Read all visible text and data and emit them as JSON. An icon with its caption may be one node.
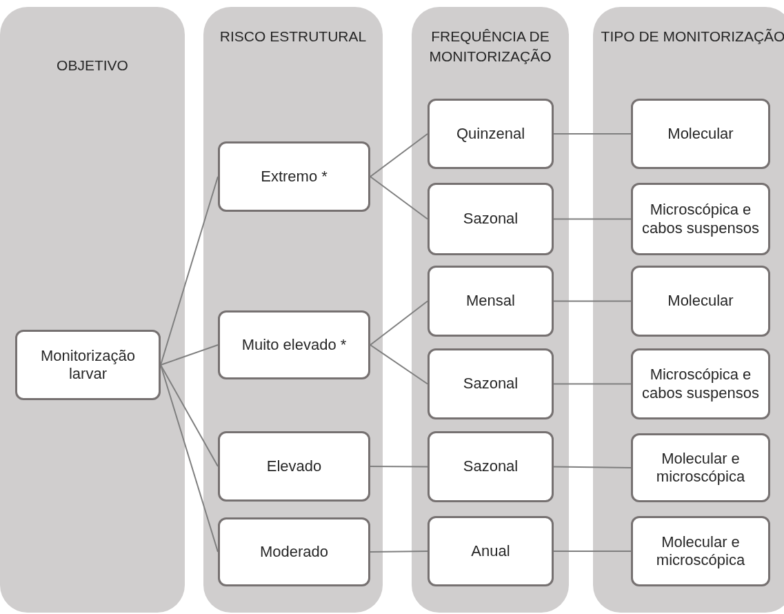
{
  "diagram": {
    "nodes": [
      {
        "text": [
          "OBJETIVO"
        ]
      },
      {
        "text": [
          "RISCO ESTRUTURAL"
        ]
      },
      {
        "text": [
          "FREQUÊNCIA DE MONITORIZAÇÃO"
        ]
      },
      {
        "text": [
          "TIPO DE MONITORIZAÇÃO"
        ]
      },
      {
        "text": [
          "Monitorização larvar"
        ],
        "in": 0
      },
      {
        "text": [
          "Extremo *"
        ],
        "in": 1
      },
      {
        "text": [
          "Muito elevado *"
        ],
        "in": 1
      },
      {
        "text": [
          "Elevado"
        ],
        "in": 1
      },
      {
        "text": [
          "Moderado"
        ],
        "in": 1
      },
      {
        "text": [
          "Quinzenal"
        ],
        "in": 2
      },
      {
        "text": [
          "Sazonal"
        ],
        "in": 2
      },
      {
        "text": [
          "Mensal"
        ],
        "in": 2
      },
      {
        "text": [
          "Sazonal"
        ],
        "in": 2
      },
      {
        "text": [
          "Sazonal"
        ],
        "in": 2
      },
      {
        "text": [
          "Anual"
        ],
        "in": 2
      },
      {
        "text": [
          "Molecular"
        ],
        "in": 3
      },
      {
        "text": [
          "Microscópica e cabos suspensos"
        ],
        "in": 3
      },
      {
        "text": [
          "Molecular"
        ],
        "in": 3
      },
      {
        "text": [
          "Microscópica e cabos suspensos"
        ],
        "in": 3
      },
      {
        "text": [
          "Molecular e microscópica"
        ],
        "in": 3
      },
      {
        "text": [
          "Molecular e microscópica"
        ],
        "in": 3
      }
    ],
    "edges": [
      {
        "from": 4,
        "to": 5,
        "arrow": "none"
      },
      {
        "from": 4,
        "to": 6,
        "arrow": "none"
      },
      {
        "from": 4,
        "to": 7,
        "arrow": "none"
      },
      {
        "from": 4,
        "to": 8,
        "arrow": "none"
      },
      {
        "from": 5,
        "to": 9,
        "arrow": "none"
      },
      {
        "from": 5,
        "to": 10,
        "arrow": "none"
      },
      {
        "from": 6,
        "to": 11,
        "arrow": "none"
      },
      {
        "from": 6,
        "to": 12,
        "arrow": "none"
      },
      {
        "from": 7,
        "to": 13,
        "arrow": "none"
      },
      {
        "from": 8,
        "to": 14,
        "arrow": "none"
      },
      {
        "from": 9,
        "to": 15,
        "arrow": "none"
      },
      {
        "from": 10,
        "to": 16,
        "arrow": "none"
      },
      {
        "from": 11,
        "to": 17,
        "arrow": "none"
      },
      {
        "from": 12,
        "to": 18,
        "arrow": "none"
      },
      {
        "from": 13,
        "to": 19,
        "arrow": "none"
      },
      {
        "from": 14,
        "to": 20,
        "arrow": "none"
      }
    ]
  }
}
